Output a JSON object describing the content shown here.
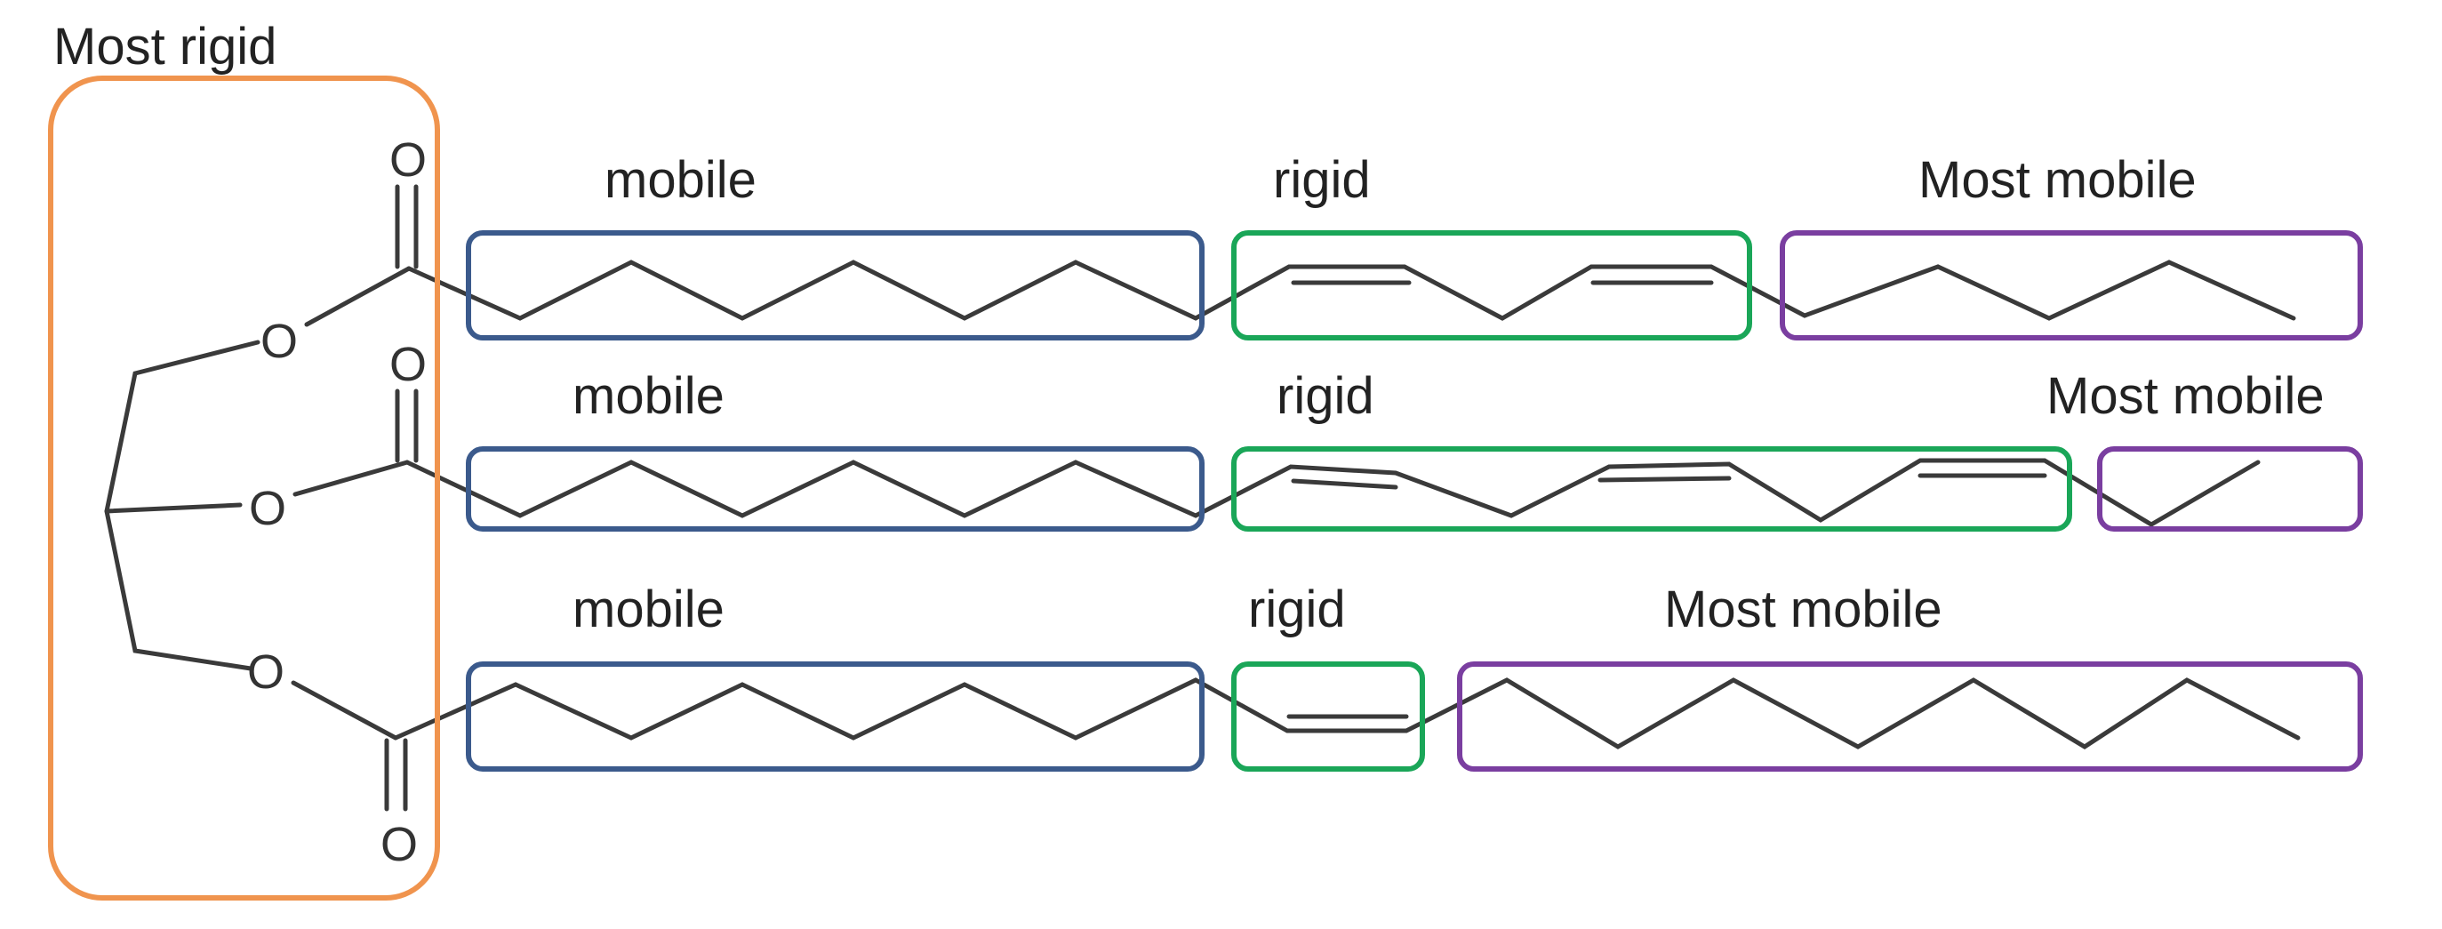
{
  "labels": {
    "most_rigid": "Most rigid",
    "chain1_mobile": "mobile",
    "chain1_rigid": "rigid",
    "chain1_most_mobile": "Most mobile",
    "chain2_mobile": "mobile",
    "chain2_rigid": "rigid",
    "chain2_most_mobile": "Most mobile",
    "chain3_mobile": "mobile",
    "chain3_rigid": "rigid",
    "chain3_most_mobile": "Most mobile"
  },
  "atoms": {
    "carbonyl_o_1": "O",
    "ester_o_1": "O",
    "carbonyl_o_2": "O",
    "ester_o_2": "O",
    "ester_o_3": "O",
    "carbonyl_o_3": "O"
  },
  "colors": {
    "most_rigid": "#f0944e",
    "mobile": "#3b5a8c",
    "rigid": "#1aa658",
    "most_mobile": "#7a3ea0"
  }
}
